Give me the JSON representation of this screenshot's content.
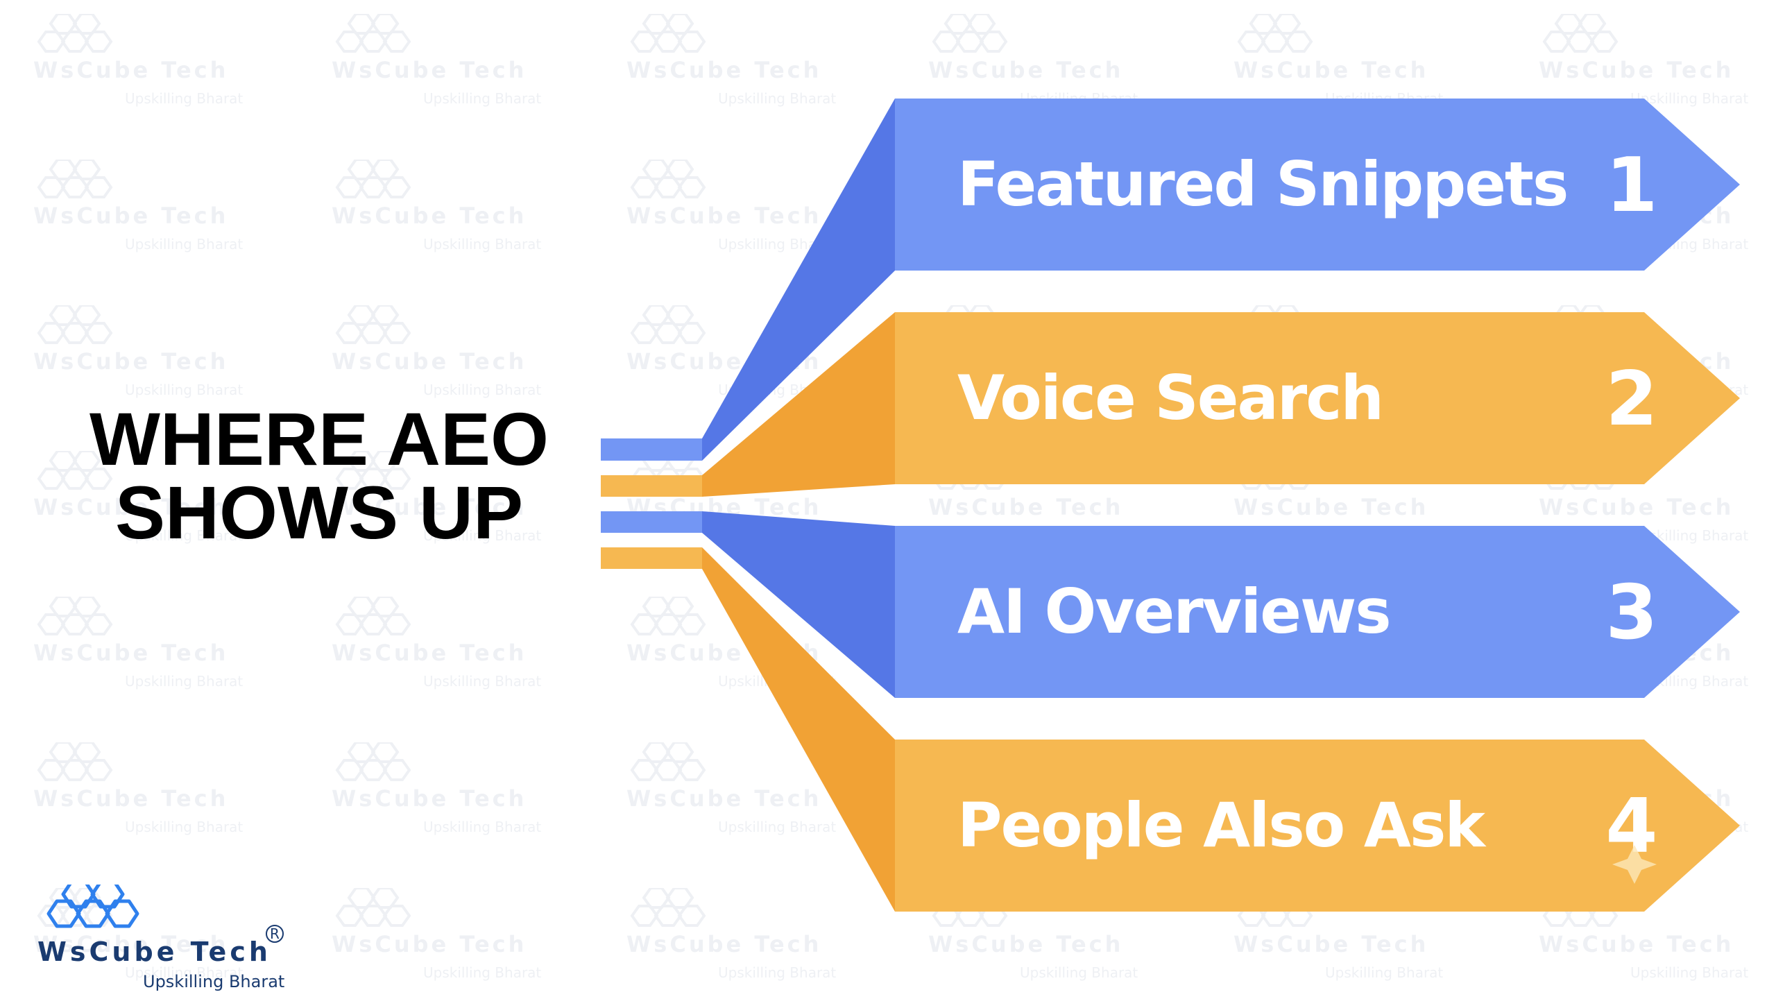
{
  "headline": {
    "line1": "WHERE AEO",
    "line2": "SHOWS UP"
  },
  "items": [
    {
      "label": "Featured Snippets",
      "number": "1",
      "color": "#7396f4",
      "shade": "#5577e6"
    },
    {
      "label": "Voice Search",
      "number": "2",
      "color": "#f6b851",
      "shade": "#f1a235"
    },
    {
      "label": "AI Overviews",
      "number": "3",
      "color": "#7396f4",
      "shade": "#5577e6"
    },
    {
      "label": "People Also Ask",
      "number": "4",
      "color": "#f6b851",
      "shade": "#f1a235"
    }
  ],
  "logo": {
    "name": "WsCube Tech",
    "registered_mark": "R",
    "tagline": "Upskilling Bharat",
    "color": "#1a3b70",
    "icon": "hexagon-cluster-icon"
  },
  "watermark": {
    "name": "WsCube Tech",
    "tagline": "Upskilling Bharat"
  }
}
